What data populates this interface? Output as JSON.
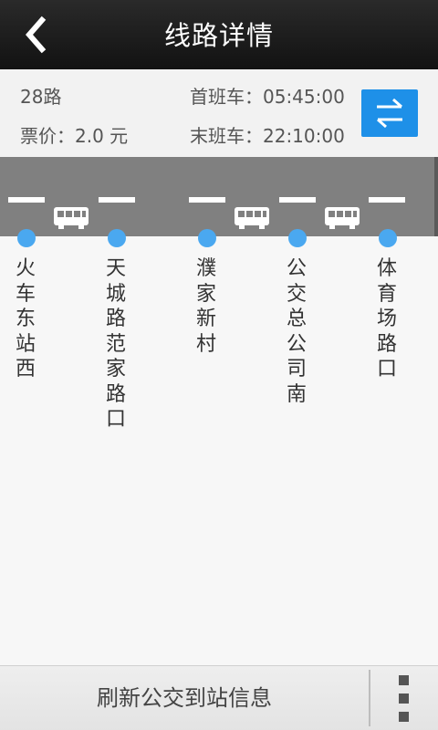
{
  "header": {
    "title": "线路详情",
    "back_icon": "chevron-left-icon"
  },
  "info": {
    "route_name": "28路",
    "fare": "票价：2.0 元",
    "first_bus": "首班车：05:45:00",
    "last_bus": "末班车：22:10:00",
    "swap_icon": "swap-direction-icon",
    "accent_color": "#1e90e8"
  },
  "stations": [
    {
      "name": "火车东站西"
    },
    {
      "name": "天城路范家路口"
    },
    {
      "name": "濮家新村"
    },
    {
      "name": "公交总公司南"
    },
    {
      "name": "体育场路口"
    }
  ],
  "bottom": {
    "refresh_label": "刷新公交到站信息",
    "more_icon": "more-vertical-icon"
  }
}
